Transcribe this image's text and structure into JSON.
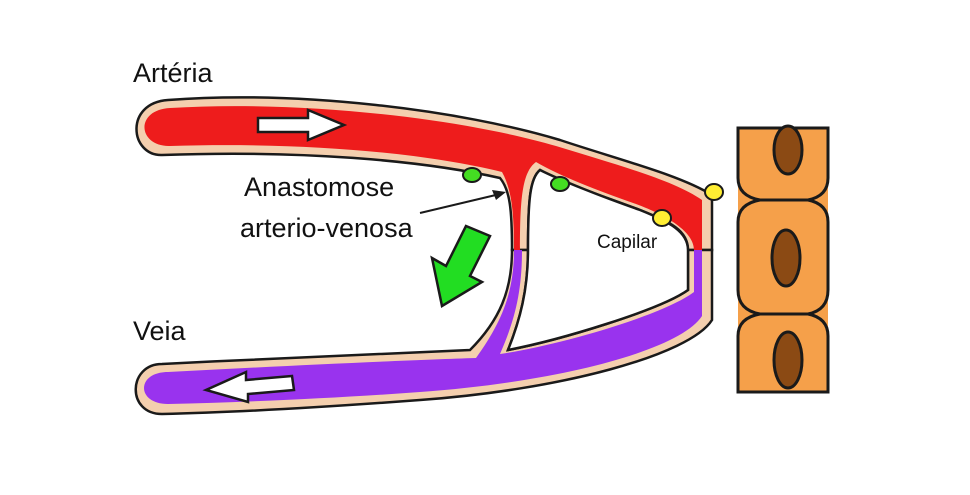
{
  "labels": {
    "artery": "Artéria",
    "vein": "Veia",
    "anastomosis_line1": "Anastomose",
    "anastomosis_line2": "arterio-venosa",
    "capillary": "Capilar"
  },
  "colors": {
    "artery": "#ee1c1c",
    "vein": "#9933ee",
    "vessel_wall": "#f4cfae",
    "outline": "#1a1a1a",
    "flow_arrow_shunt": "#22dd22",
    "flow_arrow_main": "#ffffff",
    "green_dot": "#44dd22",
    "yellow_dot": "#ffee33",
    "tissue_cell": "#f5a04a",
    "cell_nucleus": "#8b4a14"
  }
}
